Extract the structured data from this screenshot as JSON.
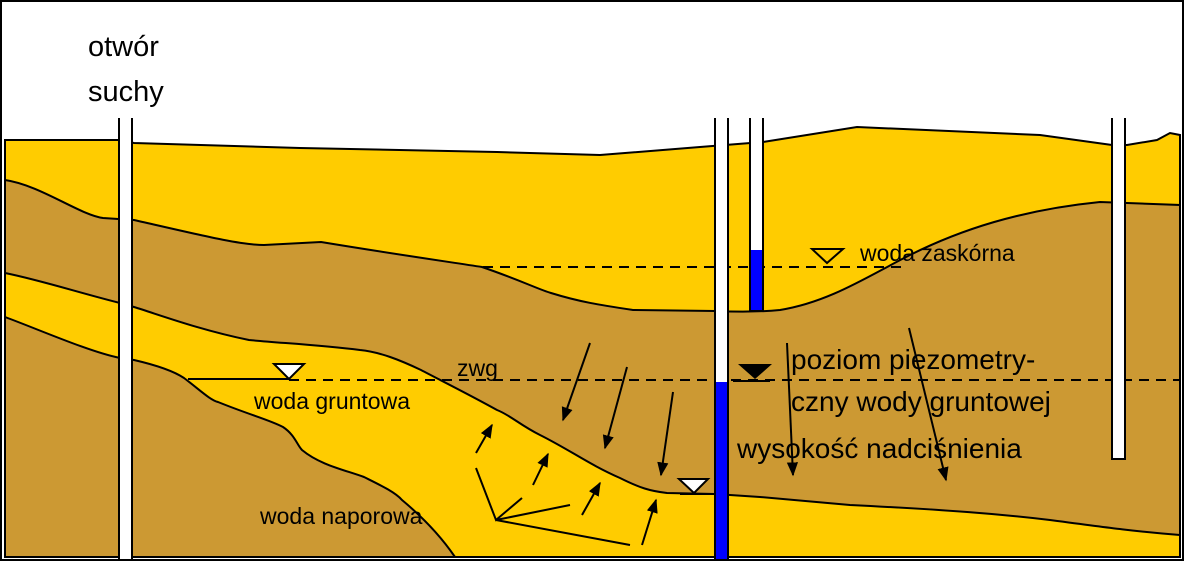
{
  "labels": {
    "dry_well_line1": "otwór",
    "dry_well_line2": "suchy",
    "perched_water": "woda zaskórna",
    "water_table_abbr": "zwg",
    "groundwater": "woda gruntowa",
    "confined_water": "woda naporowa",
    "piezometric_line1": "poziom piezometry-",
    "piezometric_line2": "czny wody gruntowej",
    "artesian_head": "wysokość nadciśnienia"
  },
  "colors": {
    "permeable_layer": "#FFCC00",
    "impermeable_layer": "#CC9933",
    "water": "#0000FF",
    "well_casing": "#FFFFFF",
    "outline": "#000000"
  }
}
